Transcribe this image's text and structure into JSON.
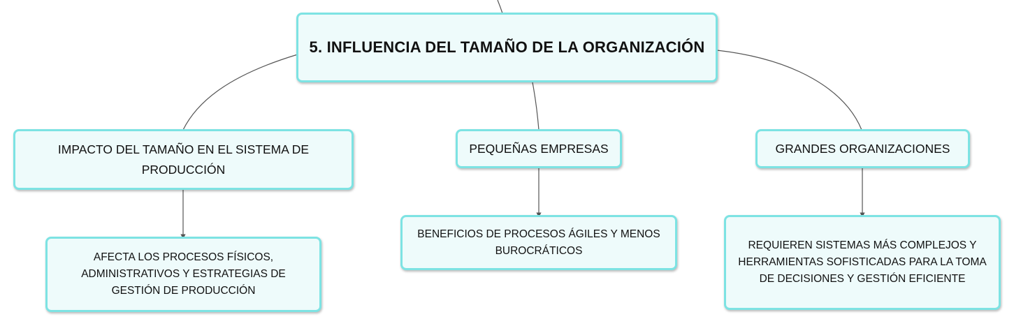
{
  "map": {
    "root": {
      "label": "5. INFLUENCIA DEL TAMAÑO DE LA ORGANIZACIÓN"
    },
    "branches": [
      {
        "label": "IMPACTO DEL TAMAÑO EN EL SISTEMA DE PRODUCCIÓN",
        "child": "AFECTA LOS PROCESOS FÍSICOS, ADMINISTRATIVOS Y ESTRATEGIAS DE GESTIÓN DE PRODUCCIÓN"
      },
      {
        "label": "PEQUEÑAS EMPRESAS",
        "child": "BENEFICIOS DE PROCESOS ÁGILES Y MENOS BUROCRÁTICOS"
      },
      {
        "label": "GRANDES ORGANIZACIONES",
        "child": "REQUIEREN SISTEMAS MÁS COMPLEJOS Y HERRAMIENTAS SOFISTICADAS PARA LA TOMA DE DECISIONES Y GESTIÓN EFICIENTE"
      }
    ]
  },
  "colors": {
    "node_fill": "#eefbfb",
    "node_border": "#7de3e3",
    "connector": "#555555"
  }
}
